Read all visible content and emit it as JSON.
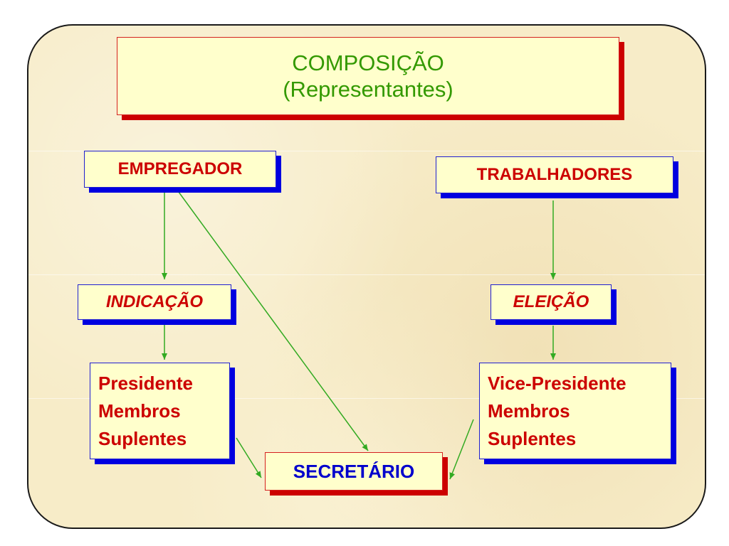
{
  "title": {
    "line1": "COMPOSIÇÃO",
    "line2": "(Representantes)"
  },
  "boxes": {
    "empregador": "EMPREGADOR",
    "trabalhadores": "TRABALHADORES",
    "indicacao": "INDICAÇÃO",
    "eleicao": "ELEIÇÃO",
    "presidente_group": [
      "Presidente",
      "Membros",
      "Suplentes"
    ],
    "vice_group": [
      "Vice-Presidente",
      "Membros",
      "Suplentes"
    ],
    "secretario": "SECRETÁRIO"
  },
  "colors": {
    "background": "#f7ecc8",
    "box_fill": "#ffffcc",
    "title_text": "#339900",
    "red_text": "#cc0000",
    "blue_text": "#0000cc",
    "blue_shadow": "#0000e0",
    "red_shadow": "#cc0000",
    "arrow": "#33aa22"
  },
  "edges": [
    {
      "from": "empregador",
      "to": "indicacao"
    },
    {
      "from": "empregador",
      "to": "secretario"
    },
    {
      "from": "trabalhadores",
      "to": "eleicao"
    },
    {
      "from": "indicacao",
      "to": "presidente_group"
    },
    {
      "from": "eleicao",
      "to": "vice_group"
    },
    {
      "from": "presidente_group",
      "to": "secretario"
    },
    {
      "from": "vice_group",
      "to": "secretario"
    }
  ]
}
